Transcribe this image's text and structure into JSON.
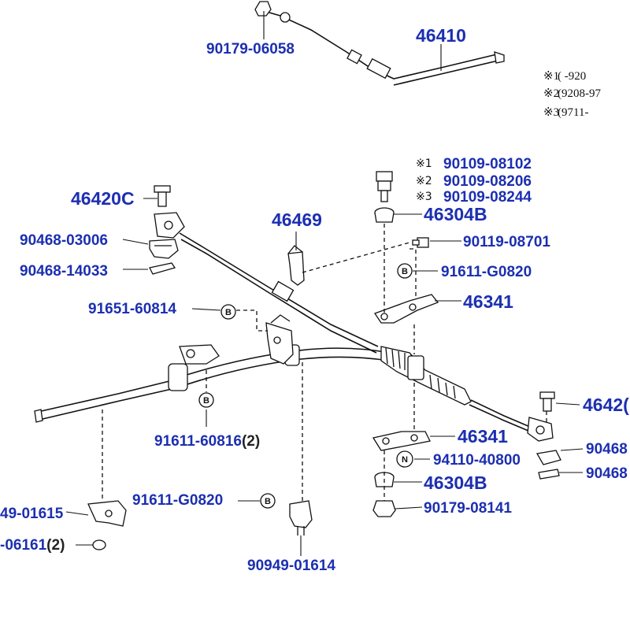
{
  "colors": {
    "part_number": "#1c2fb0",
    "line": "#111111",
    "background": "#ffffff"
  },
  "notes": [
    {
      "mark": "※1",
      "text": "(      -920"
    },
    {
      "mark": "※2",
      "text": "(9208-97"
    },
    {
      "mark": "※3",
      "text": "(9711-"
    }
  ],
  "labels": {
    "l46410": "46410",
    "l90179_06058": "90179-06058",
    "l90109_08102": "90109-08102",
    "l90109_08206": "90109-08206",
    "l90109_08244": "90109-08244",
    "m1": "※1",
    "m2": "※2",
    "m3": "※3",
    "l46420c": "46420C",
    "l46469": "46469",
    "l46304b_top": "46304B",
    "l90468_03006": "90468-03006",
    "l90119_08701": "90119-08701",
    "l90468_14033": "90468-14033",
    "l91611_g0820_top": "91611-G0820",
    "l91651_60814": "91651-60814",
    "l46341_top": "46341",
    "l46420_right": "4642(",
    "l91611_60816": "91611-60816",
    "l91611_60816_qty": "(2)",
    "l46341_bottom": "46341",
    "l90468_right1": "90468",
    "l94110_40800": "94110-40800",
    "l90468_right2": "90468",
    "l46304b_bottom": "46304B",
    "l91611_g0820_bottom": "91611-G0820",
    "l90179_08141": "90179-08141",
    "l49_01615": "49-01615",
    "l06161": "-06161",
    "l06161_qty": "(2)",
    "l90949_01614": "90949-01614",
    "badge_b": "B",
    "badge_n": "N"
  }
}
